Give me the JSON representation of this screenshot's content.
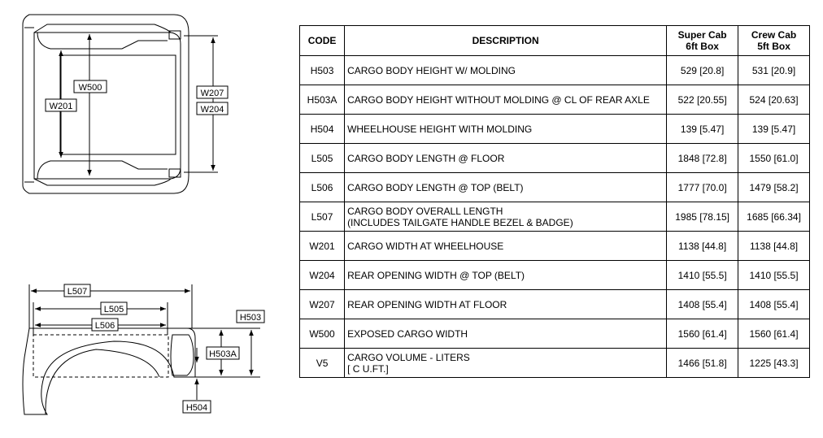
{
  "diagram": {
    "top_view_labels": [
      "W500",
      "W201",
      "W207",
      "W204"
    ],
    "side_view_labels": [
      "L507",
      "L505",
      "L506",
      "H503",
      "H503A",
      "H504"
    ]
  },
  "table": {
    "headers": {
      "code": "CODE",
      "description": "DESCRIPTION",
      "super_cab": [
        "Super Cab",
        "6ft Box"
      ],
      "crew_cab": [
        "Crew Cab",
        "5ft Box"
      ]
    },
    "rows": [
      {
        "code": "H503",
        "description": [
          "CARGO BODY HEIGHT W/ MOLDING"
        ],
        "super_cab": "529 [20.8]",
        "crew_cab": "531 [20.9]"
      },
      {
        "code": "H503A",
        "description": [
          "CARGO BODY HEIGHT WITHOUT MOLDING @ CL OF REAR AXLE"
        ],
        "super_cab": "522 [20.55]",
        "crew_cab": "524 [20.63]"
      },
      {
        "code": "H504",
        "description": [
          "WHEELHOUSE HEIGHT WITH MOLDING"
        ],
        "super_cab": "139 [5.47]",
        "crew_cab": "139 [5.47]"
      },
      {
        "code": "L505",
        "description": [
          "CARGO BODY LENGTH @ FLOOR"
        ],
        "super_cab": "1848 [72.8]",
        "crew_cab": "1550 [61.0]"
      },
      {
        "code": "L506",
        "description": [
          "CARGO BODY LENGTH @ TOP (BELT)"
        ],
        "super_cab": "1777 [70.0]",
        "crew_cab": "1479 [58.2]"
      },
      {
        "code": "L507",
        "description": [
          "CARGO BODY OVERALL LENGTH",
          "(INCLUDES TAILGATE HANDLE BEZEL & BADGE)"
        ],
        "super_cab": "1985 [78.15]",
        "crew_cab": "1685 [66.34]"
      },
      {
        "code": "W201",
        "description": [
          "CARGO WIDTH AT WHEELHOUSE"
        ],
        "super_cab": "1138 [44.8]",
        "crew_cab": "1138 [44.8]"
      },
      {
        "code": "W204",
        "description": [
          "REAR OPENING WIDTH @ TOP (BELT)"
        ],
        "super_cab": "1410 [55.5]",
        "crew_cab": "1410 [55.5]"
      },
      {
        "code": "W207",
        "description": [
          "REAR OPENING WIDTH AT FLOOR"
        ],
        "super_cab": "1408 [55.4]",
        "crew_cab": "1408 [55.4]"
      },
      {
        "code": "W500",
        "description": [
          "EXPOSED CARGO WIDTH"
        ],
        "super_cab": "1560 [61.4]",
        "crew_cab": "1560 [61.4]"
      },
      {
        "code": "V5",
        "description": [
          "CARGO VOLUME - LITERS",
          "[ C U.FT.]"
        ],
        "super_cab": "1466 [51.8]",
        "crew_cab": "1225 [43.3]"
      }
    ]
  }
}
